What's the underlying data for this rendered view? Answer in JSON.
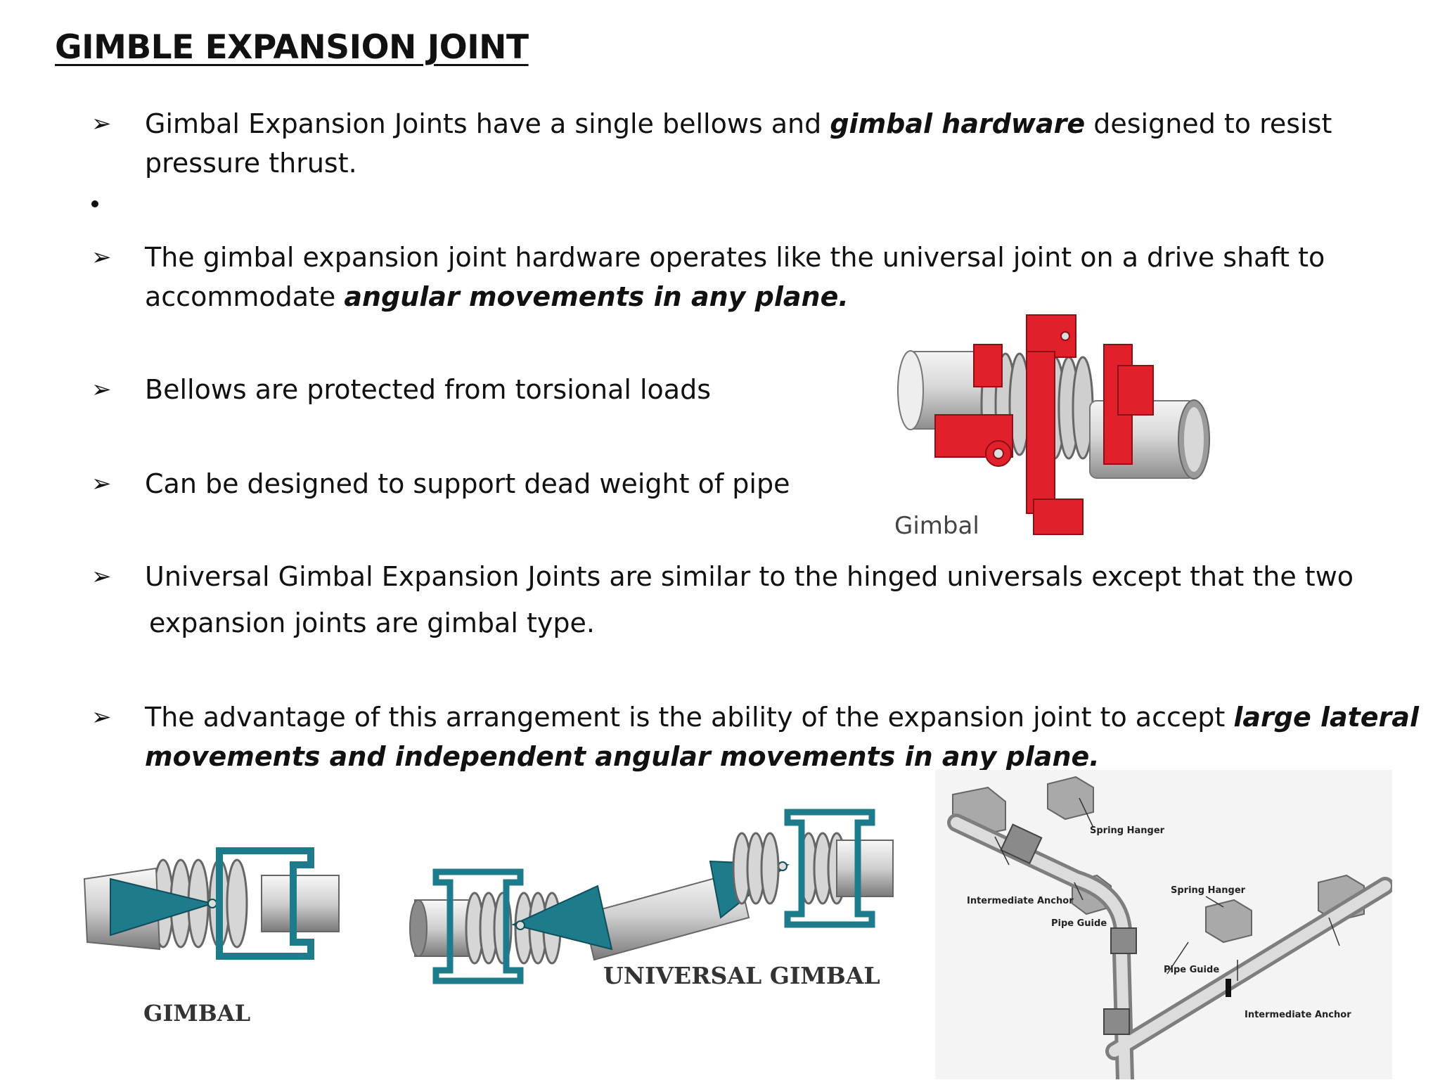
{
  "title": " GIMBLE EXPANSION JOINT",
  "bullets": [
    {
      "line1": {
        "a": "Gimbal Expansion Joints have a single bellows and ",
        "b": "gimbal hardware",
        "c": " designed to resist"
      },
      "line2": "pressure  thrust."
    },
    {
      "line1": "The gimbal expansion joint hardware operates like the universal joint on a drive shaft to",
      "line2": {
        "a": "accommodate ",
        "b": "angular movements in any plane."
      }
    },
    {
      "line1": "Bellows are protected from torsional loads"
    },
    {
      "line1": "Can be designed to support dead weight of pipe"
    },
    {
      "line1": "Universal Gimbal Expansion Joints are similar to the hinged universals except that the two",
      "line2": "expansion joints are gimbal type."
    },
    {
      "line1": {
        "a": "The advantage of this arrangement is the ability of the expansion joint to accept ",
        "b": "large lateral"
      },
      "line2": "movements and independent angular movements in any plane."
    }
  ],
  "images": {
    "red_gimbal_caption": "Gimbal",
    "gimbal_caption": "GIMBAL",
    "universal_caption": "UNIVERSAL GIMBAL",
    "piping_labels": {
      "spring_hanger_1": "Spring Hanger",
      "spring_hanger_2": "Spring Hanger",
      "intermediate_anchor_1": "Intermediate Anchor",
      "intermediate_anchor_2": "Intermediate Anchor",
      "pipe_guide_1": "Pipe Guide",
      "pipe_guide_2": "Pipe Guide"
    }
  },
  "colors": {
    "red_hardware": "#e0202a",
    "teal_hardware": "#1e7b8c"
  }
}
